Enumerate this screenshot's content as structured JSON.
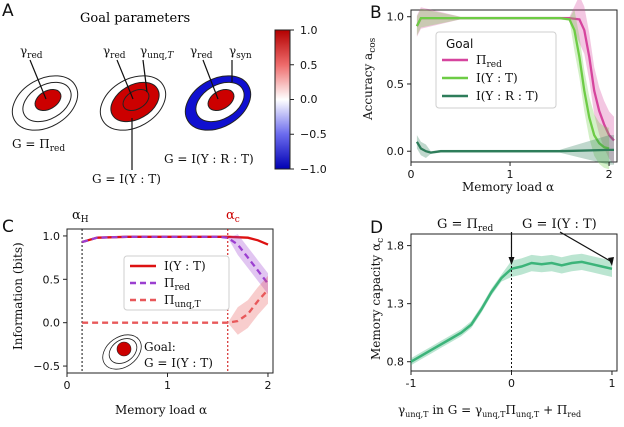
{
  "colors": {
    "red": "#cc0000",
    "dark_red": "#b30000",
    "blue": "#1010d0",
    "pink": "#d6449e",
    "light_green": "#6dcc45",
    "dark_green": "#2e7d5a",
    "teal": "#3cb47a",
    "purple": "#9b3fd0",
    "salmon": "#e8585a"
  },
  "panelA": {
    "label": "A",
    "title": "Goal parameters",
    "gamma_red": "γ",
    "gamma_red_sub": "red",
    "gamma_unq": "γ",
    "gamma_unq_sub": "unq,",
    "gamma_unq_sub2": "T",
    "gamma_syn": "γ",
    "gamma_syn_sub": "syn",
    "goal1": "G = Π",
    "goal1_sub": "red",
    "goal2": "G = I(Y : T)",
    "goal3": "G = I(Y : R : T)",
    "colorbar_ticks": [
      "1.0",
      "0.5",
      "0.0",
      "−0.5",
      "−1.0"
    ]
  },
  "panelB": {
    "label": "B",
    "xlabel": "Memory load α",
    "ylabel_main": "Accuracy a",
    "ylabel_sub": "cos",
    "legend_title": "Goal",
    "legend": [
      "Π",
      "I(Y : T)",
      "I(Y : R : T)"
    ],
    "legend_sub0": "red",
    "xticks": [
      "0",
      "1",
      "2"
    ],
    "yticks": [
      "0.0",
      "0.5",
      "1.0"
    ]
  },
  "panelC": {
    "label": "C",
    "xlabel": "Memory load α",
    "ylabel": "Information (bits)",
    "alpha_H": "α",
    "alpha_H_sub": "H",
    "alpha_c": "α",
    "alpha_c_sub": "c",
    "legend": [
      "I(Y : T)",
      "Π",
      "Π"
    ],
    "legend_sub1": "red",
    "legend_sub2": "unq,T",
    "goal_label1": "Goal:",
    "goal_label2": "G = I(Y : T)",
    "xticks": [
      "0",
      "1",
      "2"
    ],
    "yticks": [
      "−0.5",
      "0.0",
      "0.5",
      "1.0"
    ]
  },
  "panelD": {
    "label": "D",
    "ylabel_main": "Memory capacity α",
    "ylabel_sub": "c",
    "xlabel": "γ",
    "xlabel_sub": "unq,T",
    "xlabel_rest": "in G = γ",
    "xlabel_rest_sub": "unq,T",
    "xlabel_rest2": "Π",
    "xlabel_rest2_sub": "unq,T",
    "xlabel_rest3": "+ Π",
    "xlabel_rest3_sub": "red",
    "ann_left": "G = Π",
    "ann_left_sub": "red",
    "ann_right": "G = I(Y : T)",
    "xticks": [
      "-1",
      "0",
      "1"
    ],
    "yticks": [
      "0.8",
      "1.3",
      "1.8"
    ]
  },
  "chart_data": [
    {
      "type": "line",
      "panel": "B",
      "xlabel": "Memory load α",
      "ylabel": "Accuracy a_cos",
      "xlim": [
        0,
        2.08
      ],
      "ylim": [
        -0.08,
        1.05
      ],
      "series": [
        {
          "name": "Π_red",
          "x": [
            0.06,
            0.1,
            0.5,
            1.0,
            1.5,
            1.6,
            1.7,
            1.75,
            1.8,
            1.85,
            1.9,
            1.95,
            2.0,
            2.05
          ],
          "y": [
            0.93,
            0.99,
            0.99,
            0.99,
            0.99,
            0.99,
            0.98,
            0.9,
            0.7,
            0.45,
            0.3,
            0.2,
            0.12,
            0.08
          ]
        },
        {
          "name": "I(Y : T)",
          "x": [
            0.06,
            0.1,
            0.5,
            1.0,
            1.5,
            1.6,
            1.65,
            1.7,
            1.75,
            1.8,
            1.85,
            1.9,
            1.95,
            2.0
          ],
          "y": [
            0.93,
            0.99,
            0.99,
            0.99,
            0.99,
            0.98,
            0.9,
            0.7,
            0.45,
            0.25,
            0.12,
            0.06,
            0.03,
            0.02
          ]
        },
        {
          "name": "I(Y : R : T)",
          "x": [
            0.06,
            0.1,
            0.15,
            0.2,
            0.3,
            0.5,
            1.0,
            1.5,
            2.0,
            2.05
          ],
          "y": [
            0.07,
            0.02,
            0.0,
            -0.01,
            0.0,
            0.0,
            0.0,
            0.0,
            0.01,
            0.01
          ]
        }
      ]
    },
    {
      "type": "line",
      "panel": "C",
      "xlabel": "Memory load α",
      "ylabel": "Information (bits)",
      "xlim": [
        0,
        2.05
      ],
      "ylim": [
        -0.58,
        1.08
      ],
      "alpha_H": 0.15,
      "alpha_c": 1.6,
      "series": [
        {
          "name": "I(Y : T)",
          "x": [
            0.15,
            0.3,
            0.6,
            1.0,
            1.5,
            1.6,
            1.8,
            1.9,
            2.0
          ],
          "y": [
            0.93,
            0.98,
            0.99,
            0.99,
            0.99,
            0.99,
            0.98,
            0.95,
            0.9
          ]
        },
        {
          "name": "Π_red",
          "x": [
            0.15,
            0.3,
            0.6,
            1.0,
            1.5,
            1.6,
            1.7,
            1.8,
            1.9,
            2.0
          ],
          "y": [
            0.93,
            0.98,
            0.99,
            0.99,
            0.99,
            0.98,
            0.9,
            0.75,
            0.6,
            0.45
          ]
        },
        {
          "name": "Π_unq,T",
          "x": [
            0.15,
            0.5,
            1.0,
            1.5,
            1.6,
            1.7,
            1.8,
            1.9,
            2.0
          ],
          "y": [
            0.0,
            0.0,
            0.0,
            0.0,
            0.0,
            0.02,
            0.1,
            0.25,
            0.38
          ]
        }
      ]
    },
    {
      "type": "line",
      "panel": "D",
      "xlabel": "γ_unq,T",
      "ylabel": "Memory capacity α_c",
      "xlim": [
        -1,
        1.05
      ],
      "ylim": [
        0.72,
        1.9
      ],
      "series": [
        {
          "name": "",
          "x": [
            -1.0,
            -0.9,
            -0.8,
            -0.7,
            -0.6,
            -0.5,
            -0.4,
            -0.3,
            -0.2,
            -0.1,
            0.0,
            0.1,
            0.2,
            0.3,
            0.4,
            0.5,
            0.6,
            0.7,
            0.8,
            0.9,
            1.0
          ],
          "y": [
            0.8,
            0.85,
            0.9,
            0.95,
            1.0,
            1.05,
            1.12,
            1.25,
            1.4,
            1.52,
            1.6,
            1.62,
            1.65,
            1.64,
            1.65,
            1.63,
            1.65,
            1.66,
            1.64,
            1.62,
            1.6
          ]
        }
      ]
    }
  ]
}
